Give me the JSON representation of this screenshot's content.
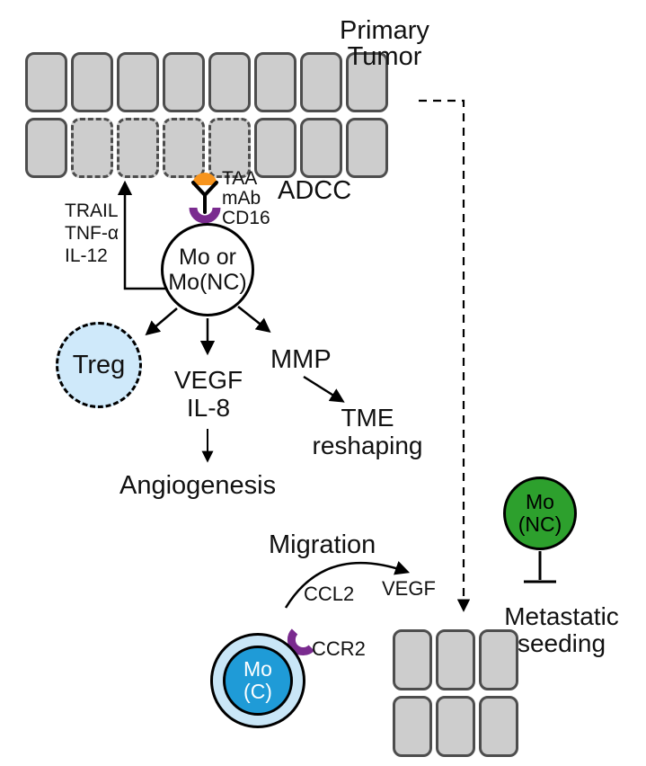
{
  "labels": {
    "primary_tumor_line1": "Primary",
    "primary_tumor_line2": "Tumor",
    "trail": "TRAIL",
    "tnf": "TNF-α",
    "il12": "IL-12",
    "taa": "TAA",
    "mab": "mAb",
    "cd16": "CD16",
    "adcc": "ADCC",
    "mo_line1": "Mo or",
    "mo_line2": "Mo(NC)",
    "treg": "Treg",
    "vegf": "VEGF",
    "il8": "IL-8",
    "angiogenesis": "Angiogenesis",
    "mmp": "MMP",
    "tme_line1": "TME",
    "tme_line2": "reshaping",
    "migration": "Migration",
    "ccl2": "CCL2",
    "vegf_small": "VEGF",
    "ccr2": "CCR2",
    "moc_line1": "Mo",
    "moc_line2": "(C)",
    "monc_line1": "Mo",
    "monc_line2": "(NC)",
    "metastatic_line1": "Metastatic",
    "metastatic_line2": "seeding"
  },
  "colors": {
    "tumor_cell_fill": "#cdcdcd",
    "tumor_cell_border": "#4d4d4d",
    "taa_orange": "#f7941d",
    "receptor_purple": "#7a2b8f",
    "treg_fill": "#cfe9fa",
    "monc_green": "#2da02d",
    "moc_blue": "#1f9bd7",
    "moc_ring": "#c9e6f7"
  },
  "grids": {
    "primary": {
      "rows": 2,
      "cols": 8,
      "dashed_row2": [
        1,
        2,
        3,
        4
      ]
    },
    "metastatic": {
      "rows": 2,
      "cols": 3
    }
  }
}
